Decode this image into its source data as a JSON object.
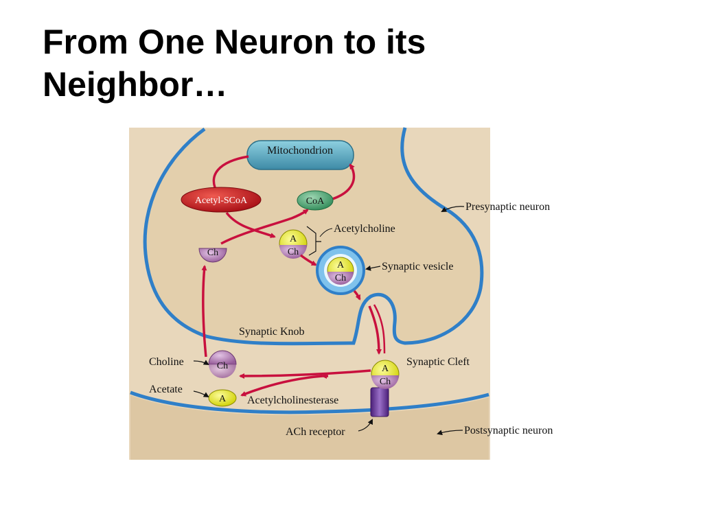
{
  "slide": {
    "title_line1": "From One Neuron to its",
    "title_line2": "Neighbor…"
  },
  "diagram": {
    "labels": {
      "mitochondrion": "Mitochondrion",
      "acetyl_scoa": "Acetyl-SCoA",
      "coa": "CoA",
      "acetylcholine": "Acetylcholine",
      "presynaptic_neuron": "Presynaptic neuron",
      "synaptic_vesicle": "Synaptic vesicle",
      "synaptic_knob": "Synaptic Knob",
      "choline": "Choline",
      "acetate": "Acetate",
      "synaptic_cleft": "Synaptic Cleft",
      "acetylcholinesterase": "Acetylcholinesterase",
      "ach_receptor": "ACh receptor",
      "postsynaptic_neuron": "Postsynaptic neuron"
    },
    "molecules": {
      "a": "A",
      "ch": "Ch"
    },
    "colors": {
      "cytoplasm": "#e6d3b3",
      "membrane": "#2f7fc8",
      "arrow": "#c8103e",
      "mitochondrion": "#4aa0b8",
      "acetyl_scoa": "#c4161c",
      "coa": "#3f9a68",
      "acetate_yellow": "#e2e21c",
      "choline_purple": "#a56aa8",
      "receptor": "#6b3aa0"
    }
  }
}
